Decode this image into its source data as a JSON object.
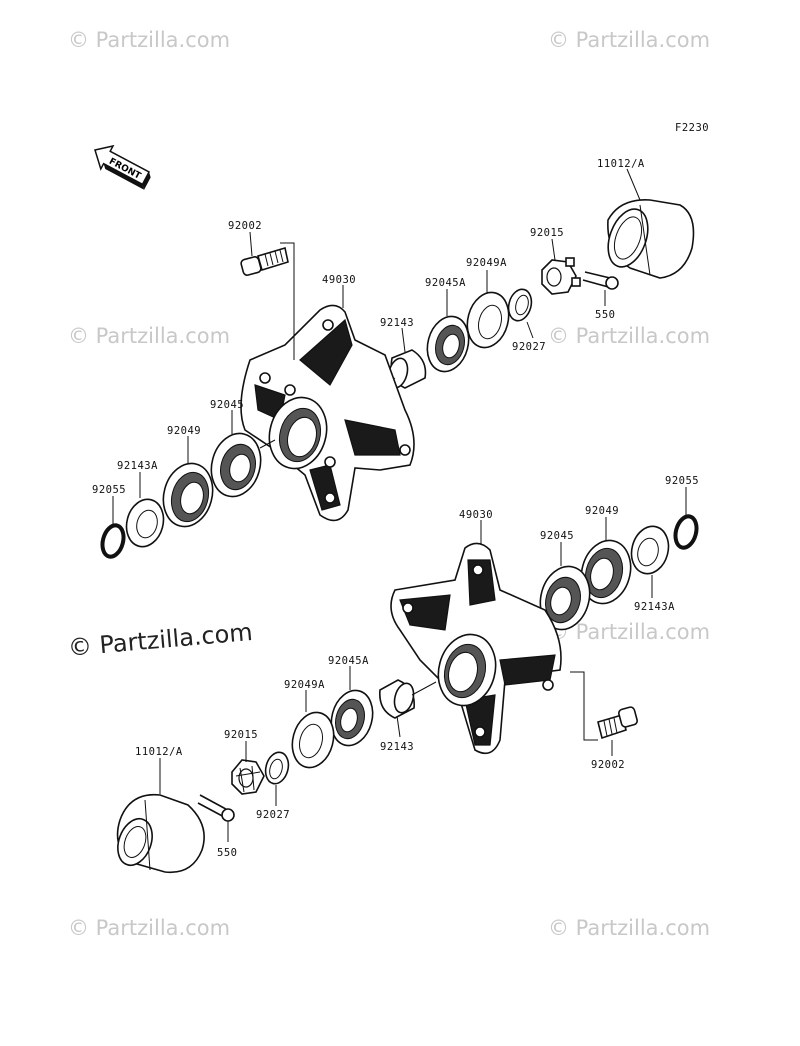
{
  "figure_code": "F2230",
  "front_label": "FRONT",
  "watermark_small": "© Partzilla.com",
  "watermark_large": "© Partzilla.com",
  "labels": {
    "upper": {
      "p11012": "11012/A",
      "p92002": "92002",
      "p49030": "49030",
      "p92015": "92015",
      "p92049A": "92049A",
      "p92045A": "92045A",
      "p92143": "92143",
      "p550": "550",
      "p92027": "92027",
      "p92045": "92045",
      "p92049": "92049",
      "p92143A": "92143A",
      "p92055": "92055"
    },
    "lower": {
      "p92055": "92055",
      "p49030": "49030",
      "p92045": "92045",
      "p92049": "92049",
      "p92143A": "92143A",
      "p92045A": "92045A",
      "p92049A": "92049A",
      "p92015": "92015",
      "p11012": "11012/A",
      "p92143": "92143",
      "p92027": "92027",
      "p550": "550",
      "p92002": "92002"
    }
  }
}
